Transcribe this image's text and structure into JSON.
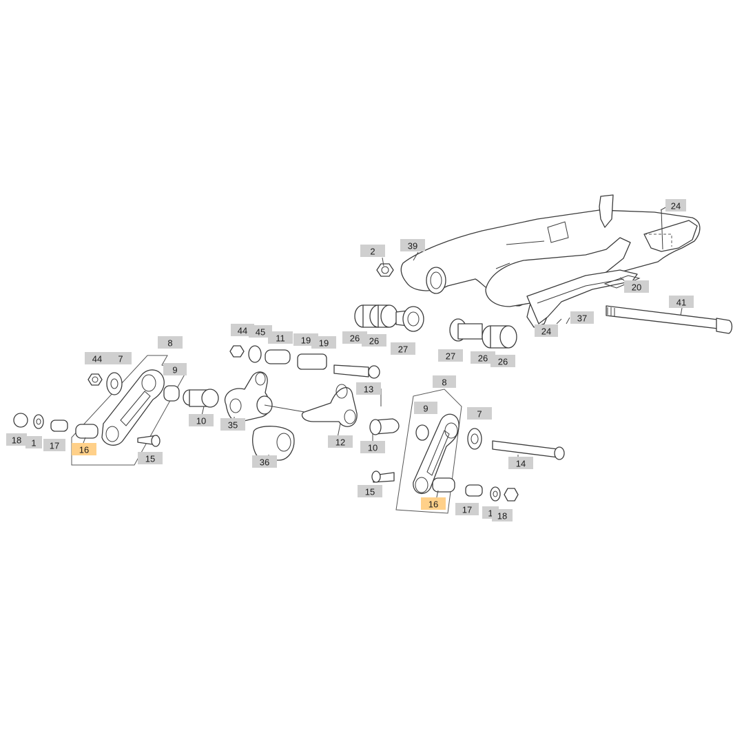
{
  "colors": {
    "label_default": "#cfcfcf",
    "label_highlight": "#ffd089",
    "line": "#3a3a3a"
  },
  "callouts": [
    {
      "id": "c-24a",
      "text": "24",
      "highlight": false
    },
    {
      "id": "c-2",
      "text": "2",
      "highlight": false
    },
    {
      "id": "c-39",
      "text": "39",
      "highlight": false
    },
    {
      "id": "c-20",
      "text": "20",
      "highlight": false
    },
    {
      "id": "c-41",
      "text": "41",
      "highlight": false
    },
    {
      "id": "c-37",
      "text": "37",
      "highlight": false
    },
    {
      "id": "c-24b",
      "text": "24",
      "highlight": false
    },
    {
      "id": "c-26a",
      "text": "26",
      "highlight": false
    },
    {
      "id": "c-26b",
      "text": "26",
      "highlight": false
    },
    {
      "id": "c-27a",
      "text": "27",
      "highlight": false
    },
    {
      "id": "c-27b",
      "text": "27",
      "highlight": false
    },
    {
      "id": "c-26c",
      "text": "26",
      "highlight": false
    },
    {
      "id": "c-26d",
      "text": "26",
      "highlight": false
    },
    {
      "id": "c-44a",
      "text": "44",
      "highlight": false
    },
    {
      "id": "c-45",
      "text": "45",
      "highlight": false
    },
    {
      "id": "c-11",
      "text": "11",
      "highlight": false
    },
    {
      "id": "c-19a",
      "text": "19",
      "highlight": false
    },
    {
      "id": "c-19b",
      "text": "19",
      "highlight": false
    },
    {
      "id": "c-13",
      "text": "13",
      "highlight": false
    },
    {
      "id": "c-8a",
      "text": "8",
      "highlight": false
    },
    {
      "id": "c-44b",
      "text": "44",
      "highlight": false
    },
    {
      "id": "c-7a",
      "text": "7",
      "highlight": false
    },
    {
      "id": "c-9a",
      "text": "9",
      "highlight": false
    },
    {
      "id": "c-10a",
      "text": "10",
      "highlight": false
    },
    {
      "id": "c-35",
      "text": "35",
      "highlight": false
    },
    {
      "id": "c-12",
      "text": "12",
      "highlight": false
    },
    {
      "id": "c-36",
      "text": "36",
      "highlight": false
    },
    {
      "id": "c-18a",
      "text": "18",
      "highlight": false
    },
    {
      "id": "c-1a",
      "text": "1",
      "highlight": false
    },
    {
      "id": "c-17a",
      "text": "17",
      "highlight": false
    },
    {
      "id": "c-16a",
      "text": "16",
      "highlight": true
    },
    {
      "id": "c-15a",
      "text": "15",
      "highlight": false
    },
    {
      "id": "c-8b",
      "text": "8",
      "highlight": false
    },
    {
      "id": "c-9b",
      "text": "9",
      "highlight": false
    },
    {
      "id": "c-7b",
      "text": "7",
      "highlight": false
    },
    {
      "id": "c-10b",
      "text": "10",
      "highlight": false
    },
    {
      "id": "c-14",
      "text": "14",
      "highlight": false
    },
    {
      "id": "c-15b",
      "text": "15",
      "highlight": false
    },
    {
      "id": "c-16b",
      "text": "16",
      "highlight": true
    },
    {
      "id": "c-17b",
      "text": "17",
      "highlight": false
    },
    {
      "id": "c-1b",
      "text": "1",
      "highlight": false
    },
    {
      "id": "c-18b",
      "text": "18",
      "highlight": false
    }
  ]
}
